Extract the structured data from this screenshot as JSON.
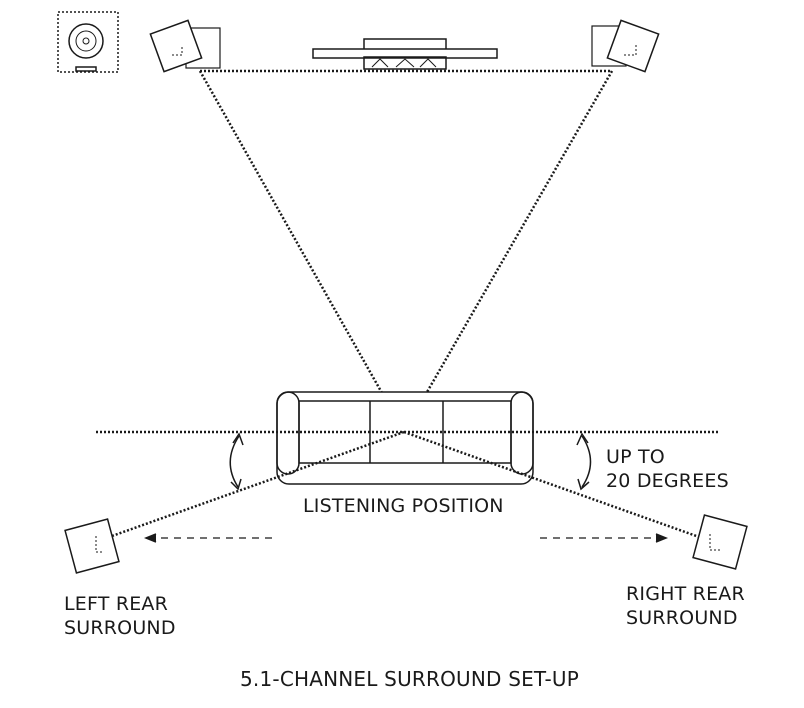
{
  "labels": {
    "listening_position": "LISTENING POSITION",
    "angle_note": [
      "UP TO",
      "20 DEGREES"
    ],
    "left_rear": [
      "LEFT REAR",
      "SURROUND"
    ],
    "right_rear": [
      "RIGHT REAR",
      "SURROUND"
    ],
    "caption": "5.1-CHANNEL SURROUND SET-UP"
  },
  "icons": {
    "subwoofer": "subwoofer-icon",
    "front_left": "speaker-icon",
    "front_right": "speaker-icon",
    "center": "center-speaker-icon",
    "sofa": "sofa-icon",
    "rear_left": "speaker-icon",
    "rear_right": "speaker-icon"
  },
  "colors": {
    "line": "#1a1a1a",
    "fill": "#ffffff"
  }
}
